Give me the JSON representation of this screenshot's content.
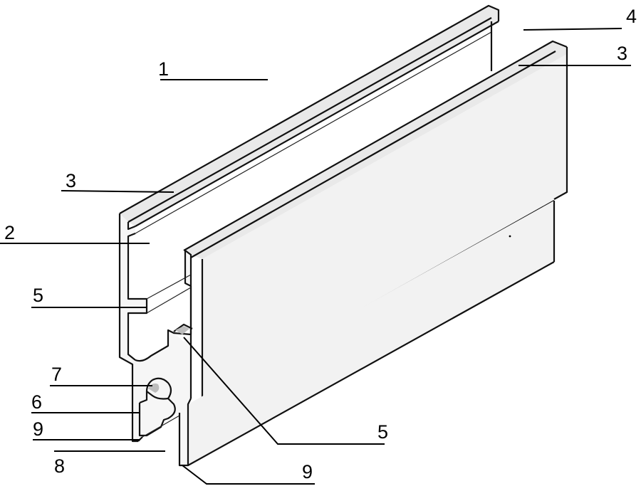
{
  "figure": {
    "labels": [
      {
        "id": "l1-top",
        "text": "1"
      },
      {
        "id": "l4",
        "text": "4"
      },
      {
        "id": "l3-right",
        "text": "3"
      },
      {
        "id": "l3-left",
        "text": "3"
      },
      {
        "id": "l2",
        "text": "2"
      },
      {
        "id": "l5-left",
        "text": "5"
      },
      {
        "id": "l7",
        "text": "7"
      },
      {
        "id": "l6",
        "text": "6"
      },
      {
        "id": "l9-left",
        "text": "9"
      },
      {
        "id": "l8",
        "text": "8"
      },
      {
        "id": "l5-right",
        "text": "5"
      },
      {
        "id": "l9-bottom",
        "text": "9"
      }
    ]
  }
}
